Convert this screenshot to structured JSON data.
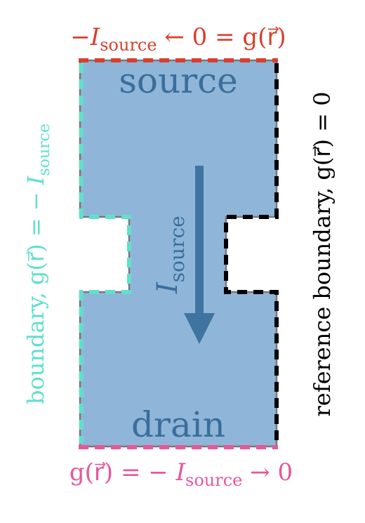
{
  "colors": {
    "fill": "#8fb6d8",
    "outline": "#777777",
    "arrow": "#3f74a0",
    "region_text": "#3a6e9c",
    "top_boundary": "#d7402e",
    "left_boundary": "#5fe0cf",
    "right_boundary": "#000000",
    "bottom_boundary": "#e8569a"
  },
  "regions": {
    "source": "source",
    "drain": "drain"
  },
  "current": {
    "symbol": "I",
    "subscript": "source"
  },
  "labels": {
    "top": {
      "minus": "−",
      "I": "I",
      "sub": "source",
      "rest": " ← 0 = g(r⃗)"
    },
    "bottom": {
      "lead": "g(r⃗) = − ",
      "I": "I",
      "sub": "source",
      "rest": " → 0"
    },
    "left": {
      "lead": "boundary, g(r⃗) = − ",
      "I": "I",
      "sub": "source"
    },
    "right": {
      "text": "reference boundary, g(r⃗) = 0"
    }
  }
}
